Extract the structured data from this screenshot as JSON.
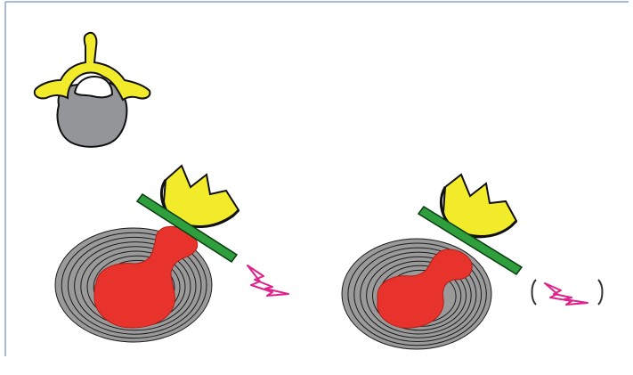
{
  "figure": {
    "colors": {
      "frame": "#4f76c0",
      "bone": "#f2eb2a",
      "bone_outline": "#111111",
      "vertebral_body": "#939598",
      "annulus": "#9a9a9a",
      "annulus_rings": "#1a1a1a",
      "nucleus": "#e8332c",
      "nerve_root": "#2f9e3c",
      "nerve_root_outline": "#0a3d12",
      "pain_symbol": "#e0218a",
      "paren": "#333333"
    },
    "panels": [
      {
        "name": "vertebra-top-view",
        "icon": "vertebra-icon"
      },
      {
        "name": "herniation-with-nerve-compression",
        "icon": "pain-lightning-icon",
        "pain_shown": true,
        "pain_parenthesized": false
      },
      {
        "name": "herniation-reduced-compression",
        "icon": "pain-lightning-icon",
        "pain_shown": true,
        "pain_parenthesized": true
      }
    ]
  }
}
